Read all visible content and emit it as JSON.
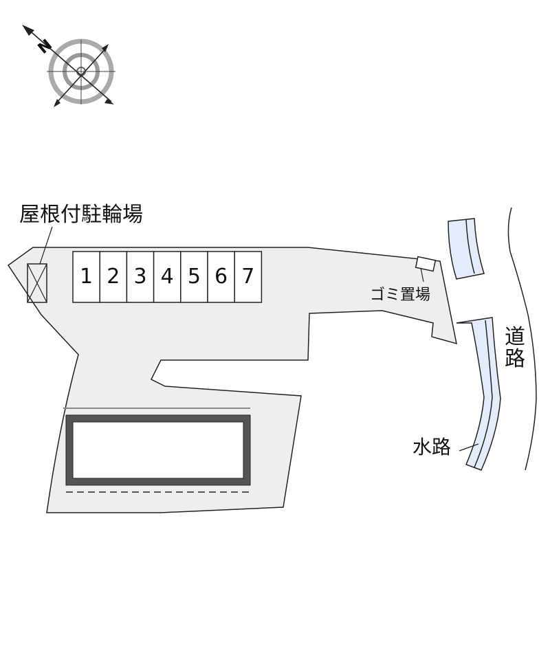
{
  "compass": {
    "north_label": "N",
    "icon": "north-arrow-compass-icon"
  },
  "labels": {
    "bicycle_parking": "屋根付駐輪場",
    "garbage_area": "ゴミ置場",
    "road": "道路",
    "waterway": "水路"
  },
  "parking_spaces": [
    "1",
    "2",
    "3",
    "4",
    "5",
    "6",
    "7"
  ],
  "colors": {
    "lot_fill": "#eeeeee",
    "outline": "#222222",
    "water_fill": "#e4ecfb",
    "building_wall": "#555555"
  }
}
